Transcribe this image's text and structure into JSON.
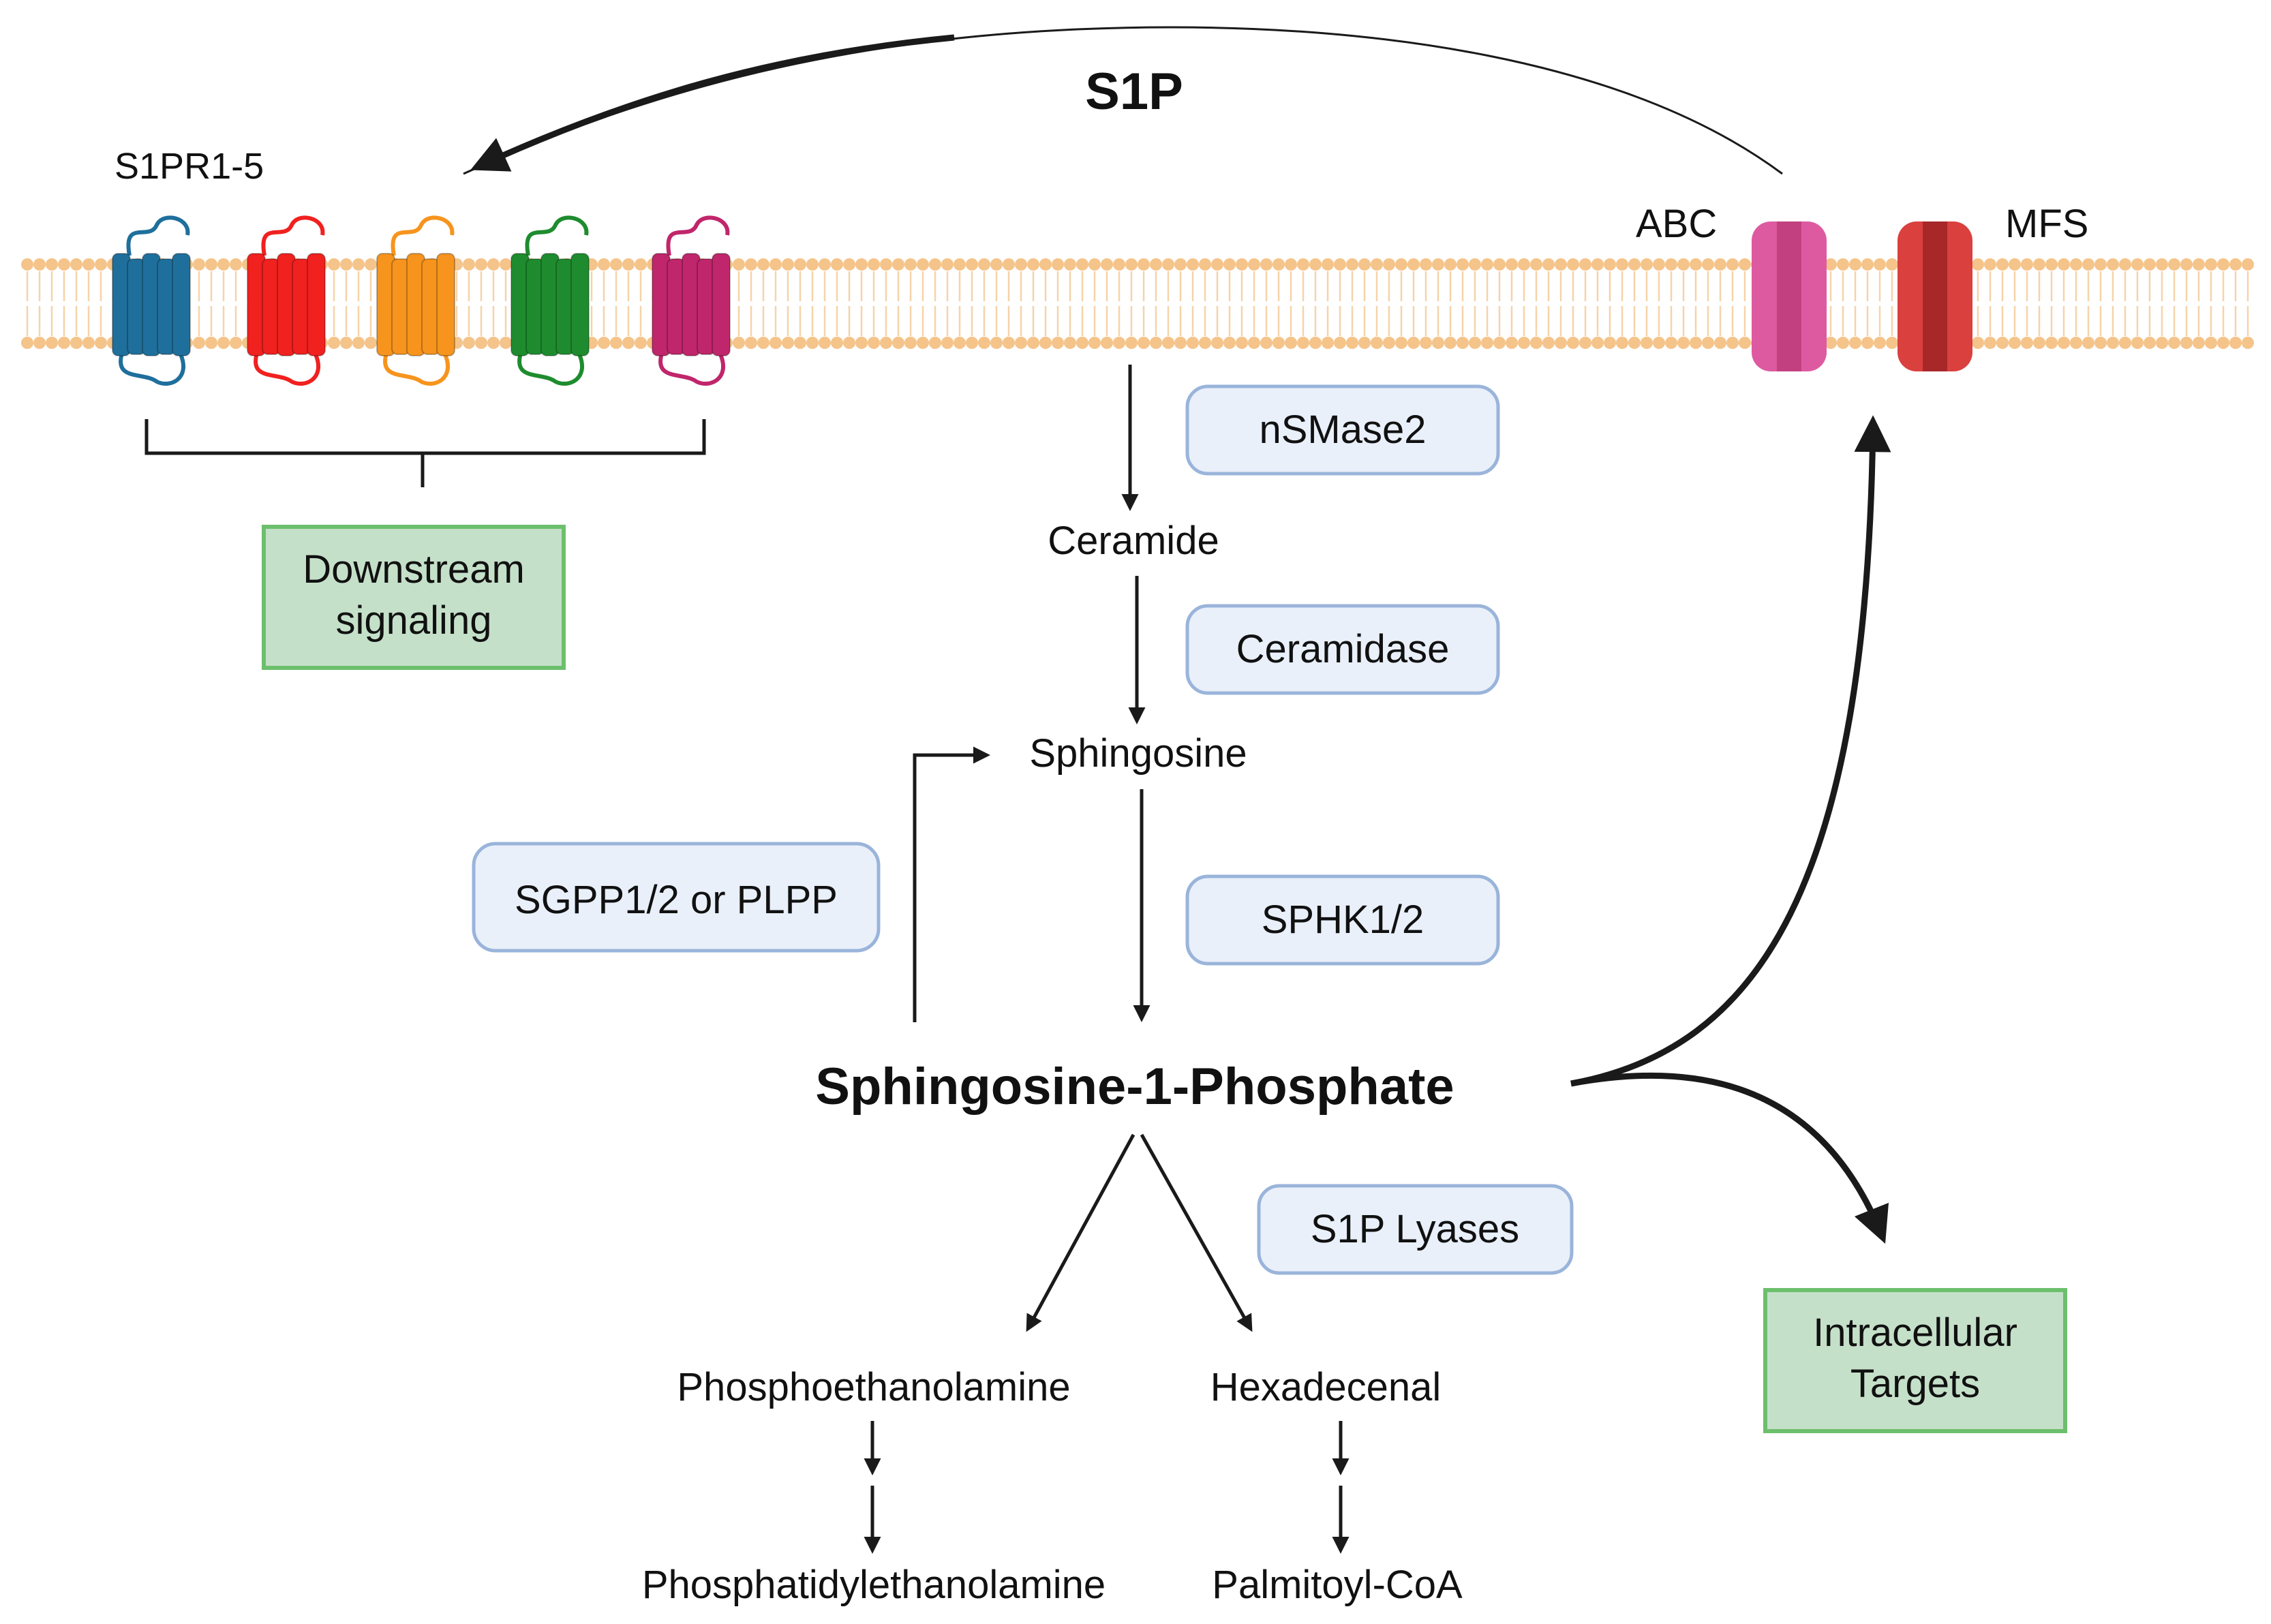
{
  "title": "S1P",
  "receptors_label": "S1PR1-5",
  "transporters": {
    "abc": "ABC",
    "mfs": "MFS"
  },
  "receptor_colors": [
    "#1f6f9c",
    "#f0211f",
    "#f7941d",
    "#1e8c2e",
    "#c0266b"
  ],
  "transporter_colors": {
    "abc": "#de5aa0",
    "mfs": "#d9403e"
  },
  "enzymes": {
    "nsmase2": "nSMase2",
    "ceramidase": "Ceramidase",
    "sphk": "SPHK1/2",
    "sgpp": "SGPP1/2 or PLPP",
    "lyases": "S1P Lyases"
  },
  "metabolites": {
    "ceramide": "Ceramide",
    "sphingosine": "Sphingosine",
    "s1p": "Sphingosine-1-Phosphate",
    "phosphoethanolamine": "Phosphoethanolamine",
    "hexadecenal": "Hexadecenal",
    "phosphatidylethanolamine": "Phosphatidylethanolamine",
    "palmitoyl_coa": "Palmitoyl-CoA"
  },
  "outputs": {
    "downstream": [
      "Downstream",
      "signaling"
    ],
    "intracellular": [
      "Intracellular",
      "Targets"
    ]
  }
}
